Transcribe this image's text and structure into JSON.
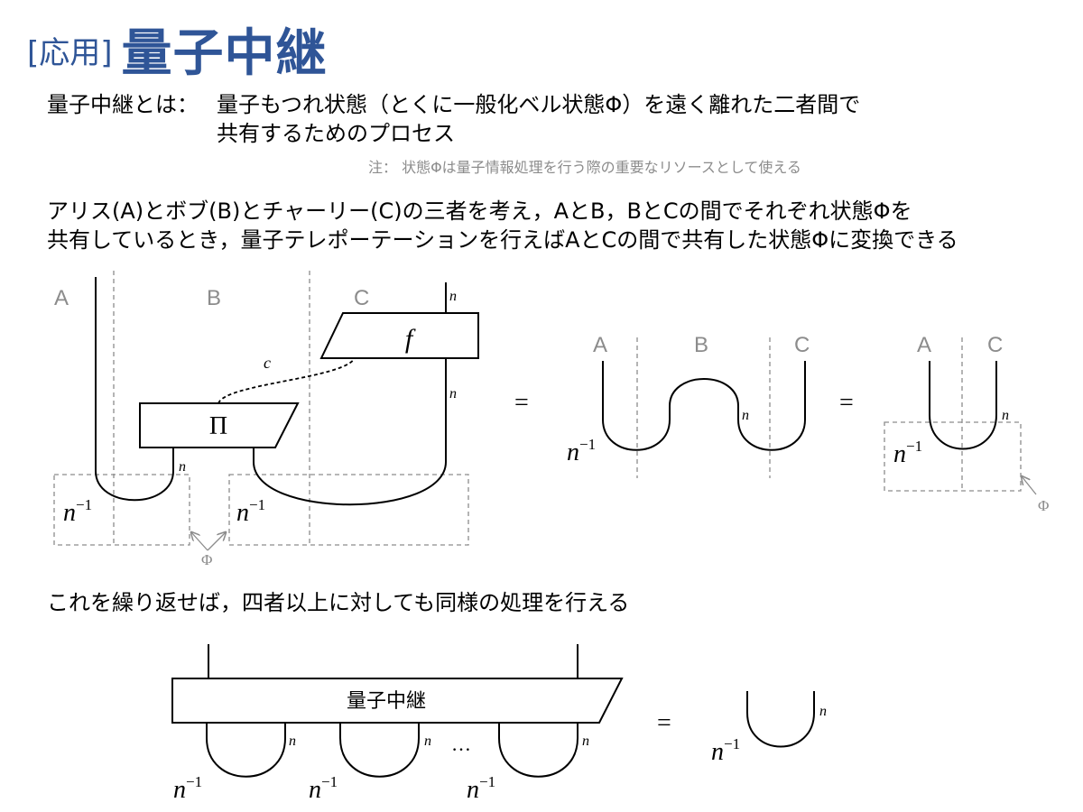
{
  "title": {
    "tag": "[応用]",
    "main": "量子中継"
  },
  "definition": {
    "term": "量子中継とは：",
    "line1": "量子もつれ状態（とくに一般化ベル状態Φ）を遠く離れた二者間で",
    "line2": "共有するためのプロセス",
    "note": "注： 状態Φは量子情報処理を行う際の重要なリソースとして使える"
  },
  "explanation": {
    "line1": "アリス(A)とボブ(B)とチャーリー(C)の三者を考え，AとB，BとCの間でそれぞれ状態Φを",
    "line2": "共有しているとき，量子テレポーテーションを行えばAとCの間で共有した状態Φに変換できる"
  },
  "diagram1": {
    "party_labels": [
      "A",
      "B",
      "C"
    ],
    "box_pi": "Π",
    "box_f": "f",
    "classical_wire_label": "c",
    "dim_label": "n",
    "norm_base": "n",
    "norm_exp": "−1",
    "phi_label": "Φ",
    "equals": "="
  },
  "repeat_text": "これを繰り返せば，四者以上に対しても同様の処理を行える",
  "diagram2": {
    "box_label": "量子中継",
    "dim_label": "n",
    "norm_base": "n",
    "norm_exp": "−1",
    "ellipsis": "…",
    "equals": "="
  }
}
